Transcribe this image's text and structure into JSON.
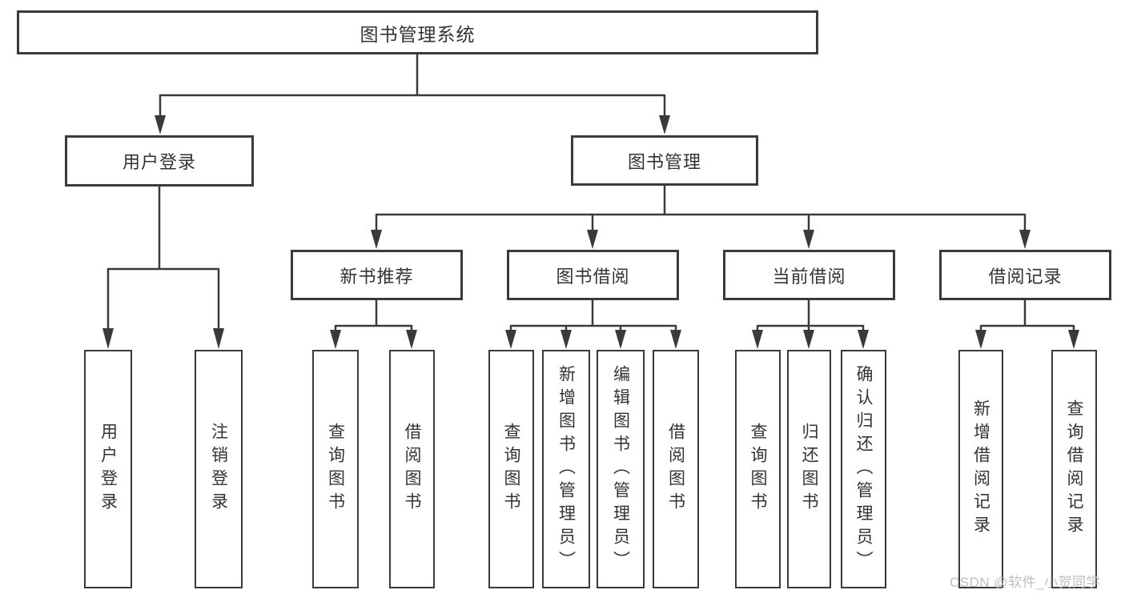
{
  "tree": {
    "label": "图书管理系统",
    "children": [
      {
        "label": "用户登录",
        "children": [
          {
            "label": "用户登录"
          },
          {
            "label": "注销登录"
          }
        ]
      },
      {
        "label": "图书管理",
        "children": [
          {
            "label": "新书推荐",
            "children": [
              {
                "label": "查询图书"
              },
              {
                "label": "借阅图书"
              }
            ]
          },
          {
            "label": "图书借阅",
            "children": [
              {
                "label": "查询图书"
              },
              {
                "label": "新增图书（管理员）"
              },
              {
                "label": "编辑图书（管理员）"
              },
              {
                "label": "借阅图书"
              }
            ]
          },
          {
            "label": "当前借阅",
            "children": [
              {
                "label": "查询图书"
              },
              {
                "label": "归还图书"
              },
              {
                "label": "确认归还（管理员）"
              }
            ]
          },
          {
            "label": "借阅记录",
            "children": [
              {
                "label": "新增借阅记录"
              },
              {
                "label": "查询借阅记录"
              }
            ]
          }
        ]
      }
    ]
  },
  "watermark": {
    "text": "CSDN @软件_小贺同学"
  },
  "colors": {
    "line": "#3a3a3a",
    "text": "#333333",
    "background": "#ffffff",
    "watermark": "#bababa"
  }
}
